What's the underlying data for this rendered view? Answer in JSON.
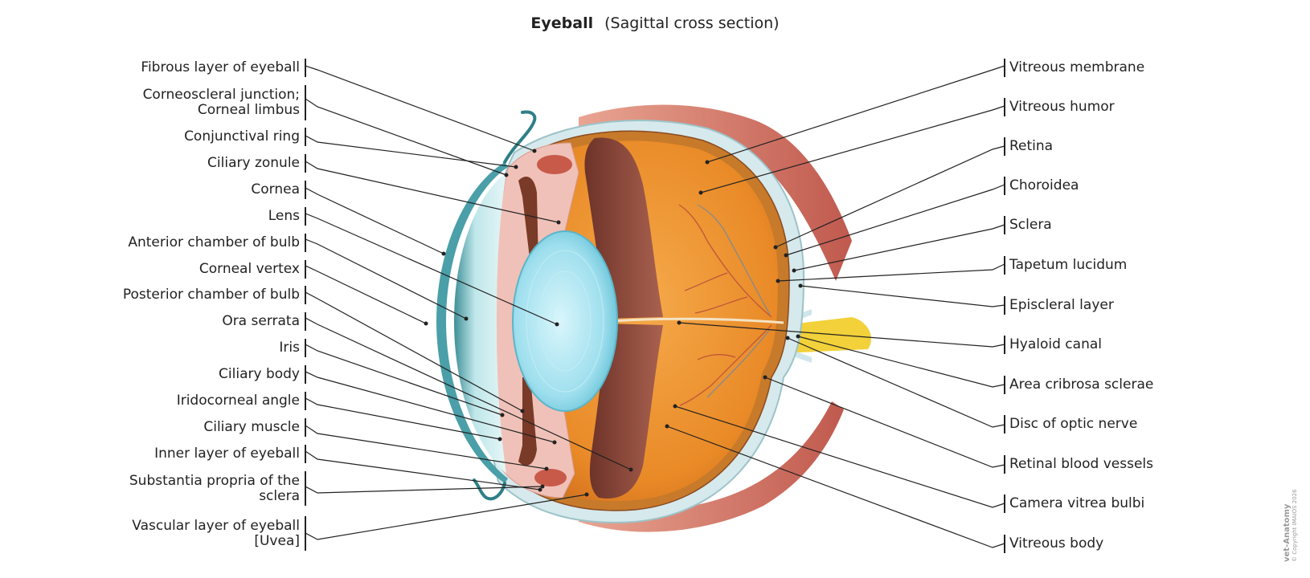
{
  "title": {
    "main": "Eyeball",
    "sub": "(Sagittal cross section)"
  },
  "labels_left": [
    {
      "key": "fibrous-layer",
      "text": "Fibrous layer of eyeball"
    },
    {
      "key": "corneoscleral-junction",
      "lines": [
        "Corneoscleral junction;",
        "Corneal limbus"
      ]
    },
    {
      "key": "conjunctival-ring",
      "text": "Conjunctival ring"
    },
    {
      "key": "ciliary-zonule",
      "text": "Ciliary zonule"
    },
    {
      "key": "cornea",
      "text": "Cornea"
    },
    {
      "key": "lens",
      "text": "Lens"
    },
    {
      "key": "anterior-chamber",
      "text": "Anterior chamber of bulb"
    },
    {
      "key": "corneal-vertex",
      "text": "Corneal vertex"
    },
    {
      "key": "posterior-chamber",
      "text": "Posterior chamber of bulb"
    },
    {
      "key": "ora-serrata",
      "text": "Ora serrata"
    },
    {
      "key": "iris",
      "text": "Iris"
    },
    {
      "key": "ciliary-body",
      "text": "Ciliary body"
    },
    {
      "key": "iridocorneal-angle",
      "text": "Iridocorneal angle"
    },
    {
      "key": "ciliary-muscle",
      "text": "Ciliary muscle"
    },
    {
      "key": "inner-layer",
      "text": "Inner layer of eyeball"
    },
    {
      "key": "substantia-propria",
      "lines": [
        "Substantia propria of the",
        "sclera"
      ]
    },
    {
      "key": "vascular-layer",
      "lines": [
        "Vascular layer of eyeball",
        "[Uvea]"
      ]
    }
  ],
  "labels_right": [
    {
      "key": "vitreous-membrane",
      "text": "Vitreous membrane"
    },
    {
      "key": "vitreous-humor",
      "text": "Vitreous humor"
    },
    {
      "key": "retina",
      "text": "Retina"
    },
    {
      "key": "choroidea",
      "text": "Choroidea"
    },
    {
      "key": "sclera",
      "text": "Sclera"
    },
    {
      "key": "tapetum-lucidum",
      "text": "Tapetum lucidum"
    },
    {
      "key": "episcleral-layer",
      "text": "Episcleral layer"
    },
    {
      "key": "hyaloid-canal",
      "text": "Hyaloid canal"
    },
    {
      "key": "area-cribrosa",
      "text": "Area cribrosa sclerae"
    },
    {
      "key": "disc-optic-nerve",
      "text": "Disc of optic nerve"
    },
    {
      "key": "retinal-blood-vessels",
      "text": "Retinal blood vessels"
    },
    {
      "key": "camera-vitrea",
      "text": "Camera vitrea bulbi"
    },
    {
      "key": "vitreous-body",
      "text": "Vitreous body"
    }
  ],
  "watermark": {
    "brand": "vet-Anatomy",
    "copyright": "© Copyright IMAIOS 2026"
  },
  "colors": {
    "line": "#222222",
    "vitreous": "#e98a27",
    "lens": "#9fdfee",
    "cornea": "#4a9fa8",
    "sclera": "#d6e9ec",
    "muscle": "#c85a4a",
    "optic_nerve": "#f2d13a",
    "retina_fold": "#8c4a3f"
  }
}
